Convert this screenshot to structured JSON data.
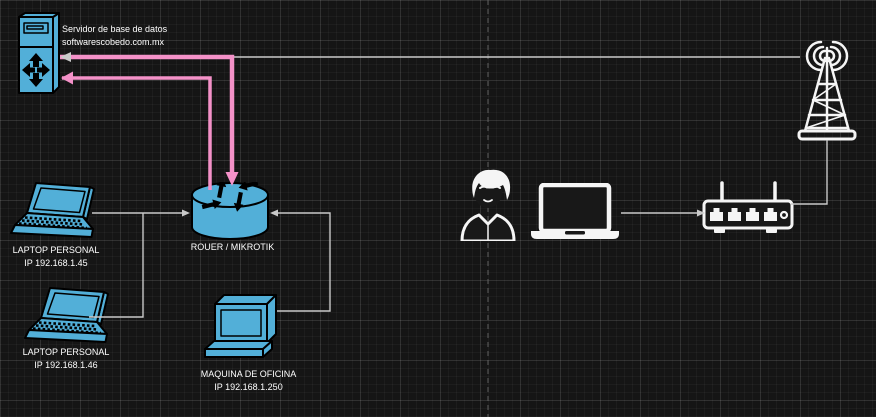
{
  "nodes": {
    "server": {
      "line1": "Servidor de base de datos",
      "line2": "softwarescobedo.com.mx"
    },
    "laptop_personal_1": {
      "line1": "LAPTOP PERSONAL",
      "line2": "IP 192.168.1.45"
    },
    "laptop_personal_2": {
      "line1": "LAPTOP PERSONAL",
      "line2": "IP 192.168.1.46"
    },
    "router": {
      "label": "ROUER / MIKROTIK"
    },
    "office_machine": {
      "line1": "MAQUINA DE OFICINA",
      "line2": "IP 192.168.1.250"
    }
  },
  "colors": {
    "canvas_bg": "#151515",
    "node_fill": "#52AFD8",
    "node_stroke": "#000000",
    "arrow_pink": "#F491C8",
    "connector_gray": "#C9C9C9",
    "icon_white": "#F5F5F5",
    "label_text": "#FFFFFF",
    "divider": "#606060"
  }
}
